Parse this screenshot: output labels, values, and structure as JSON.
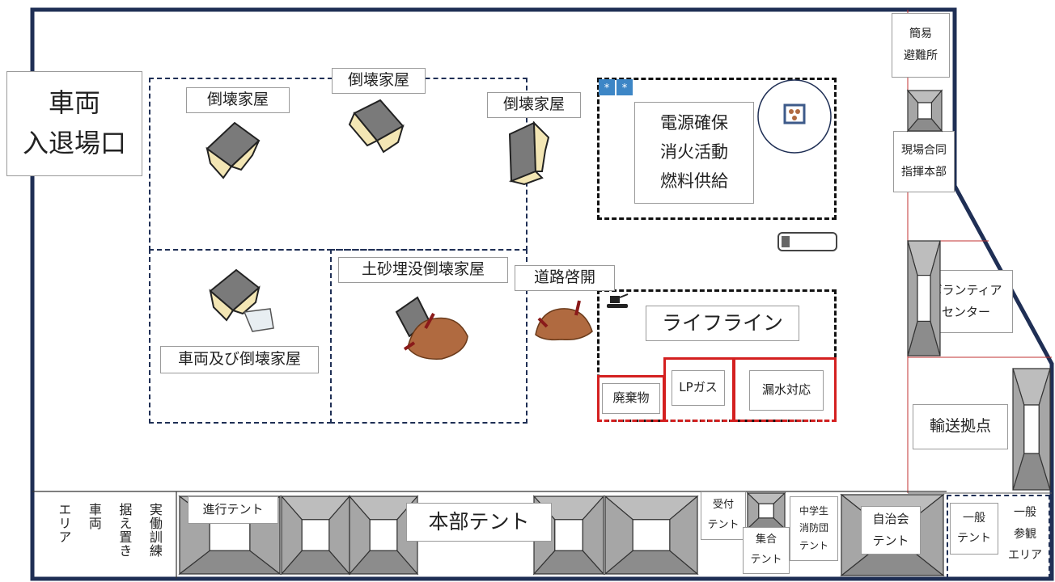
{
  "labels": {
    "vehicle_entrance": "車両\n入退場口",
    "collapsed_house_1": "倒壊家屋",
    "collapsed_house_2": "倒壊家屋",
    "collapsed_house_3": "倒壊家屋",
    "power_fire_fuel": "電源確保\n消火活動\n燃料供給",
    "sediment_house": "土砂埋没倒壊家屋",
    "road_clearing": "道路啓開",
    "vehicle_house": "車両及び倒壊家屋",
    "lifeline": "ライフライン",
    "waste": "廃棄物",
    "lp_gas": "LPガス",
    "leak": "漏水対応",
    "simple_shelter": "簡易\n避難所",
    "joint_hq": "現場合同\n指揮本部",
    "volunteer_center": "ボランティア\nセンター",
    "transport_base": "輸送拠点",
    "progress_tent": "進行テント",
    "hq_tent": "本部テント",
    "reception_tent": "受付\nテント",
    "assembly_tent": "集合\nテント",
    "school_fire_tent": "中学生\n消防団\nテント",
    "community_tent": "自治会\nテント",
    "general_tent": "一般\nテント",
    "general_viewing": "一般\n参観\nエリア",
    "vertical_columns": [
      "実働訓練",
      "据え置き",
      "車両",
      "エリア"
    ]
  },
  "colors": {
    "frame": "#1f2f55",
    "lifeline_red": "#d42020",
    "tent_gray": "#8c8c8c",
    "roof": "#7a7a7a",
    "wall": "#f3e6b4",
    "soil": "#b06a40",
    "snow_icon": "#3d86c6"
  },
  "icons": [
    "collapsed-house-icon",
    "excavator-icon",
    "car-icon",
    "generator-icon",
    "snow-icon",
    "soil-mound-icon"
  ]
}
